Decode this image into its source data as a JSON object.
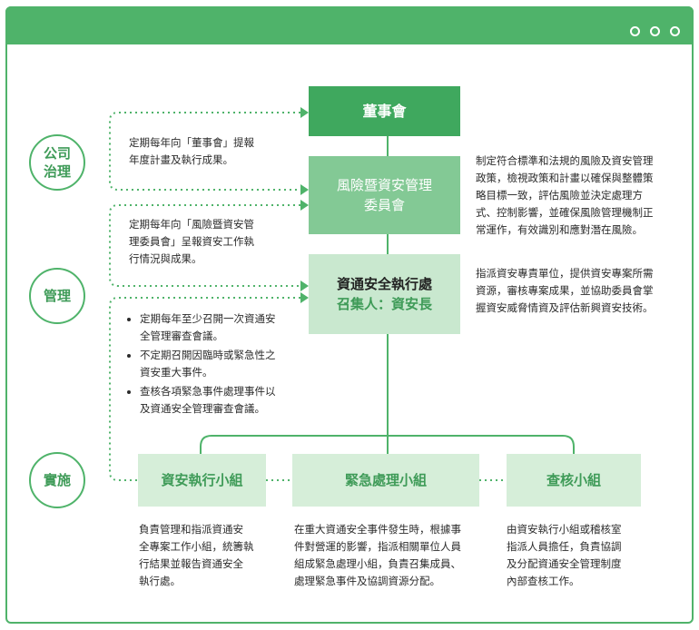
{
  "labels": {
    "governance": "公司治理",
    "management": "管理",
    "execution": "實施"
  },
  "nodes": {
    "board": "董事會",
    "risk_committee": [
      "風險暨資安管理",
      "委員會"
    ],
    "security_office": "資通安全執行處",
    "convener": "召集人：資安長",
    "exec_group": "資安執行小組",
    "emergency_group": "緊急處理小組",
    "audit_group": "查核小組"
  },
  "notes": {
    "board_report": [
      "定期每年向「董事會」提報",
      "年度計畫及執行成果。"
    ],
    "committee_report": [
      "定期每年向「風險暨資安管",
      "理委員會」呈報資安工作執",
      "行情況與成果。"
    ],
    "office_bullets": [
      [
        "定期每年至少召開一次資通安",
        "全管理審查會議。"
      ],
      [
        "不定期召開因臨時或緊急性之",
        "資安重大事件。"
      ],
      [
        "查核各項緊急事件處理事件以",
        "及資通安全管理審查會議。"
      ]
    ],
    "committee_desc": [
      "制定符合標準和法規的風險及資安管理",
      "政策，檢視政策和計畫以確保與整體策",
      "略目標一致，評估風險並決定處理方",
      "式、控制影響，並確保風險管理機制正",
      "常運作，有效識別和應對潛在風險。"
    ],
    "office_desc": [
      "指派資安專責單位，提供資安專案所需",
      "資源，審核專案成果，並協助委員會掌",
      "握資安威脅情資及評估新興資安技術。"
    ],
    "exec_desc": [
      "負責管理和指派資通安",
      "全專案工作小組，統籌執",
      "行結果並報告資通安全",
      "執行處。"
    ],
    "emergency_desc": [
      "在重大資通安全事件發生時，根據事",
      "件對營運的影響，指派相關單位人員",
      "組成緊急處理小組，負責召集成員、",
      "處理緊急事件及協調資源分配。"
    ],
    "audit_desc": [
      "由資安執行小組或稽核室",
      "指派人員擔任，負責協調",
      "及分配資通安全管理制度",
      "內部查核工作。"
    ]
  },
  "colors": {
    "accent": "#4fb36a",
    "dark_green": "#3f9b58",
    "mid_green": "#83c995",
    "light_green": "#c9e8cf",
    "pale_green": "#d6eed9"
  }
}
